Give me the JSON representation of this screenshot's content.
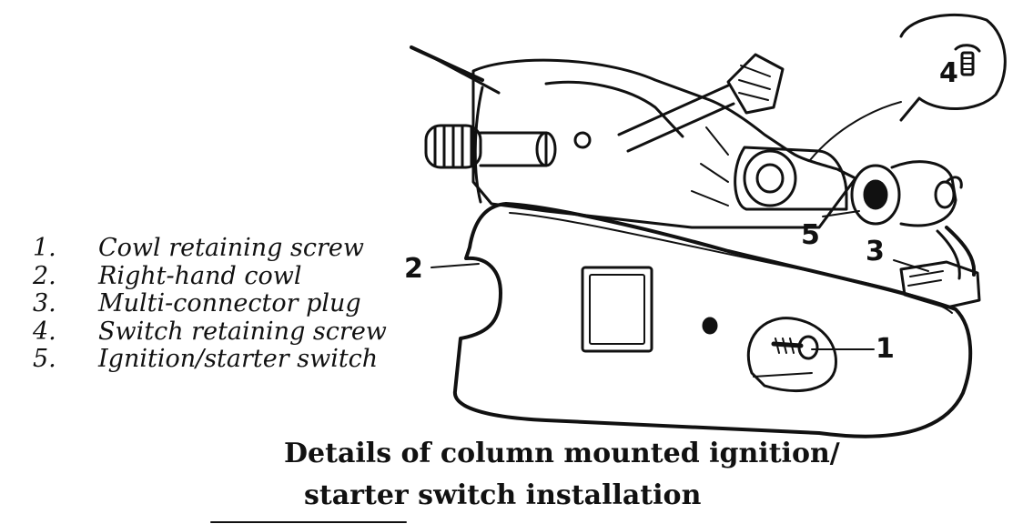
{
  "legend": [
    {
      "number": "1.",
      "label": "Cowl retaining screw"
    },
    {
      "number": "2.",
      "label": "Right-hand cowl"
    },
    {
      "number": "3.",
      "label": "Multi-connector plug"
    },
    {
      "number": "4.",
      "label": "Switch retaining screw"
    },
    {
      "number": "5.",
      "label": "Ignition/starter switch"
    }
  ],
  "callouts": {
    "c1": "1",
    "c2": "2",
    "c3": "3",
    "c4": "4",
    "c5": "5"
  },
  "caption": {
    "line1": "Details of column mounted ignition/",
    "line2": "starter switch installation"
  }
}
